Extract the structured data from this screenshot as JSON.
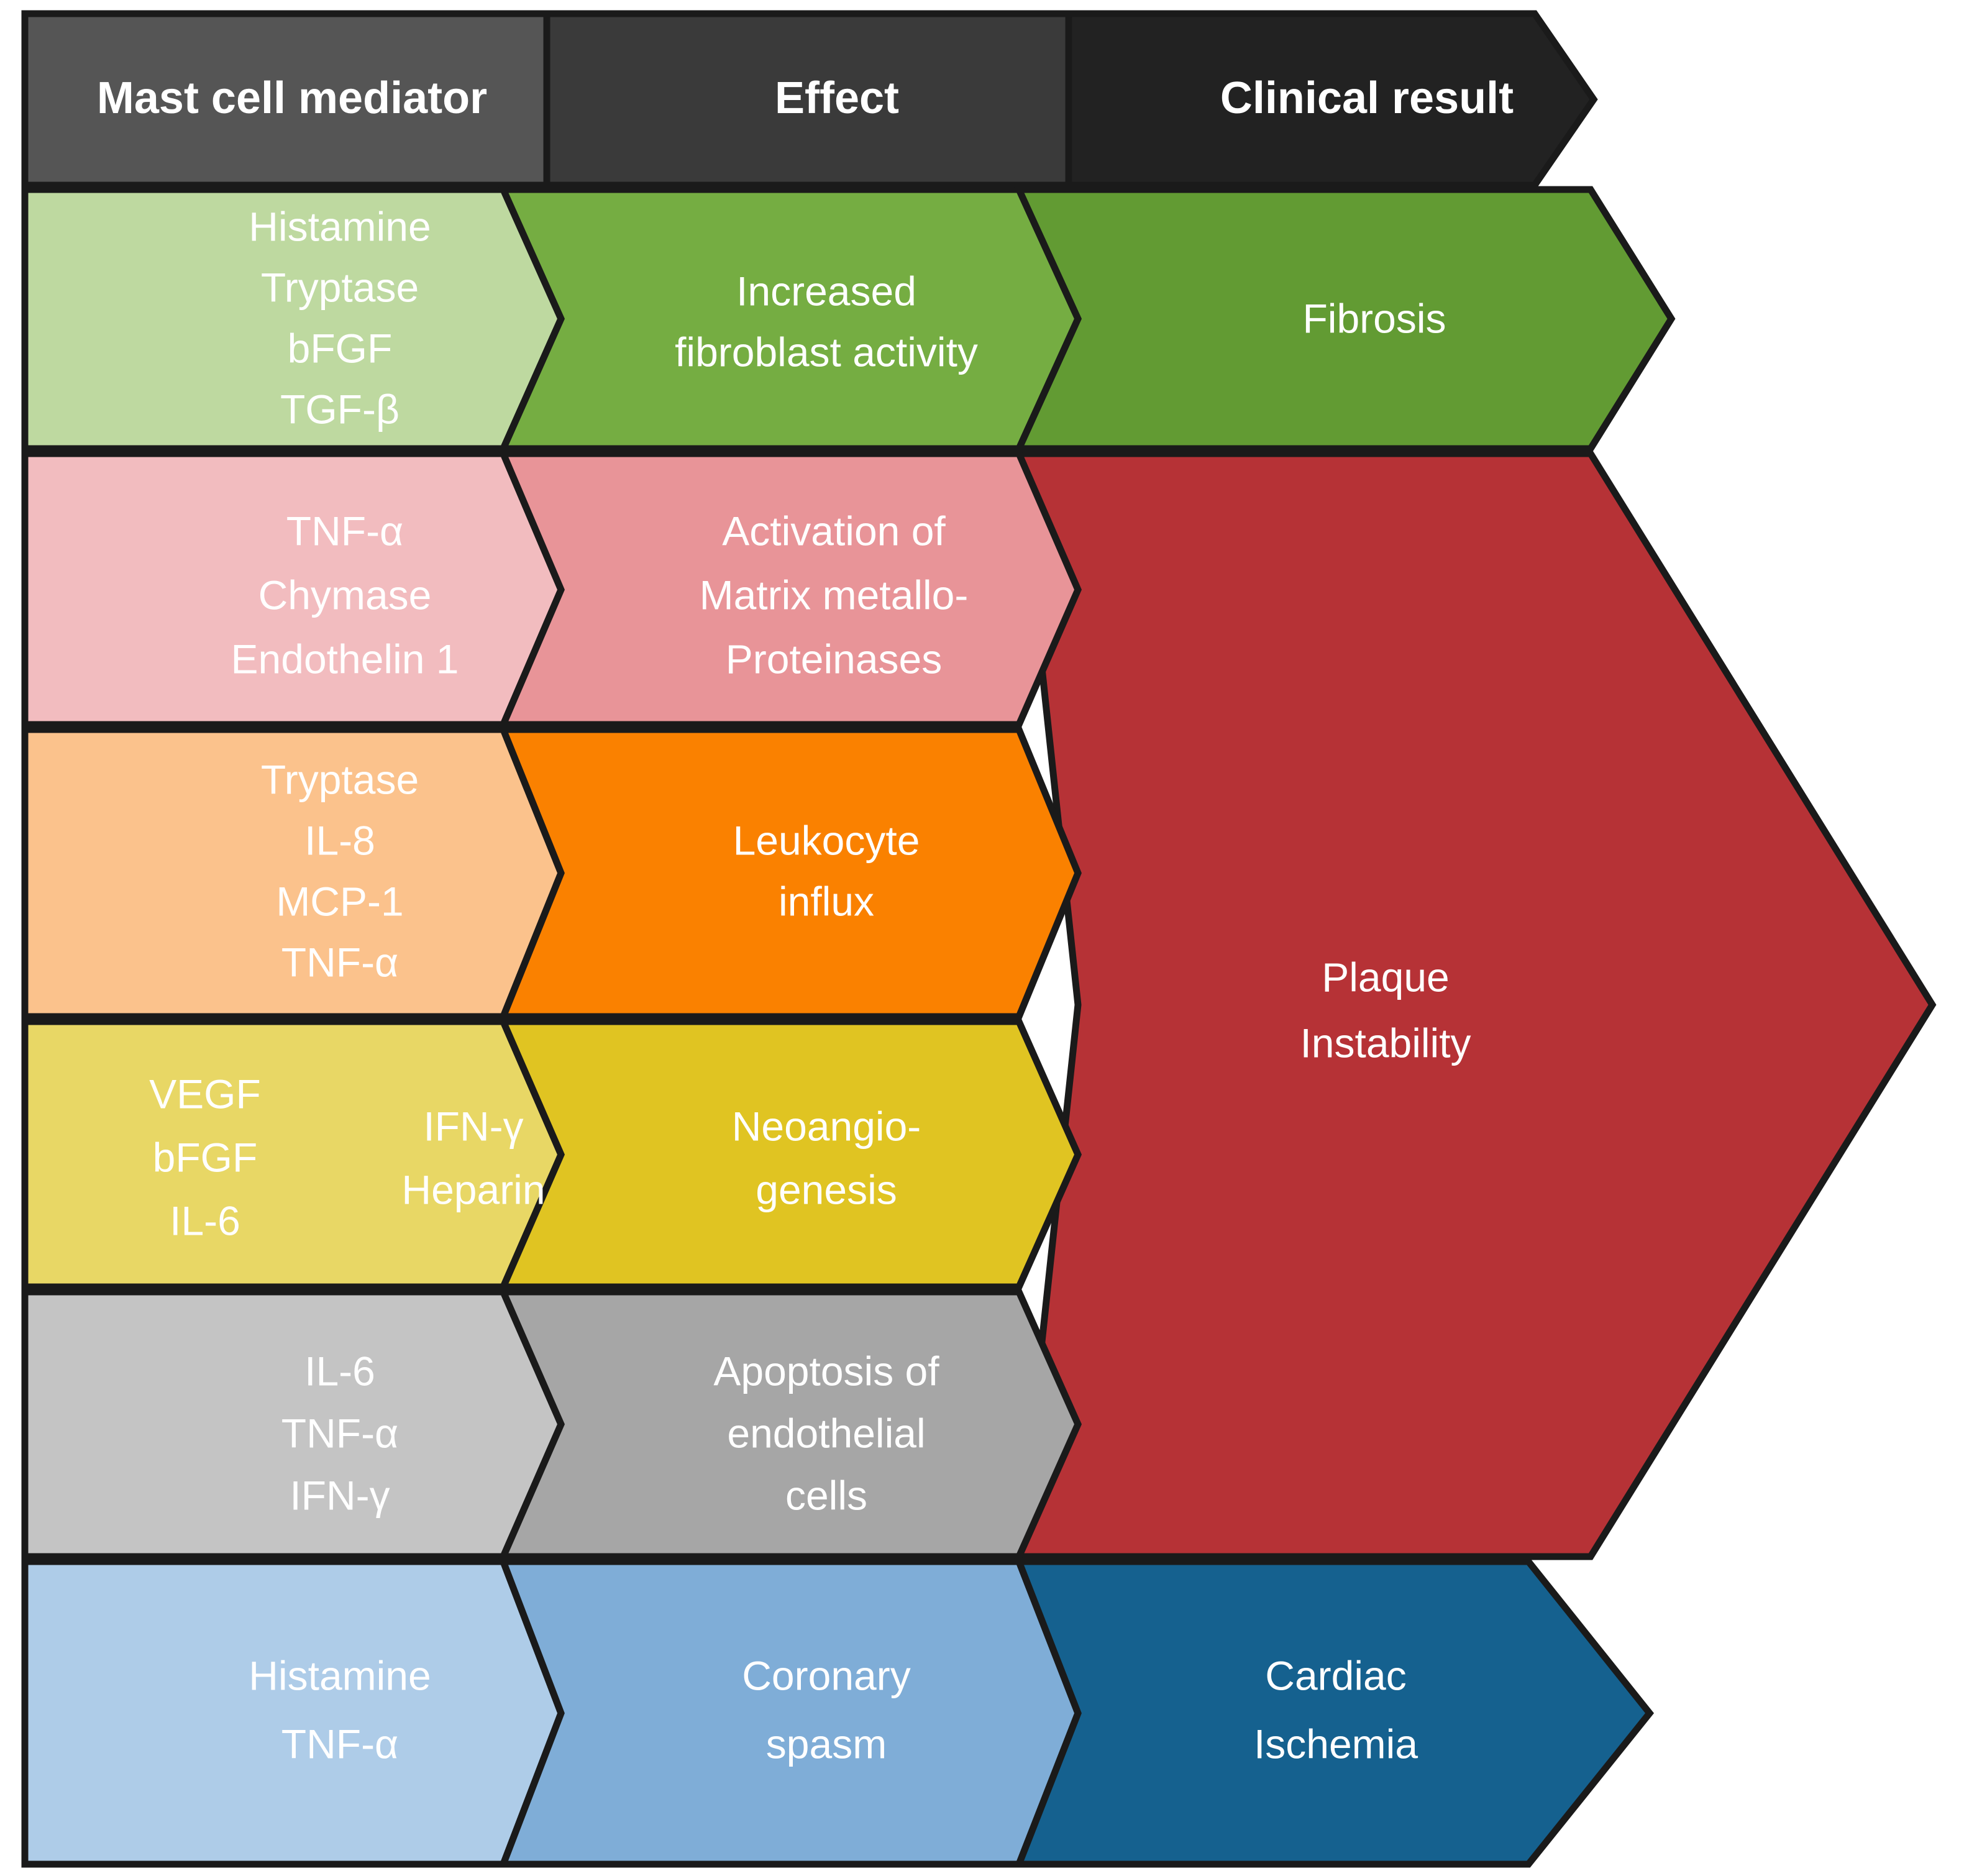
{
  "diagram": {
    "title": "Mast cell mediators, effects and clinical results",
    "columns": [
      {
        "id": "mediator",
        "label": "Mast cell mediator",
        "header_color": "#555555"
      },
      {
        "id": "effect",
        "label": "Effect",
        "header_color": "#3a3a3a"
      },
      {
        "id": "result",
        "label": "Clinical result",
        "header_color": "#222222"
      }
    ],
    "rows": [
      {
        "id": "fibrosis-row",
        "mediators": [
          "Histamine",
          "Tryptase",
          "bFGF",
          "TGF-β"
        ],
        "mediators_secondary": [],
        "effect": [
          "Increased",
          "fibroblast activity"
        ],
        "result": [
          "Fibrosis"
        ],
        "colors": {
          "mediator": "#bed9a0",
          "effect": "#75ad42",
          "result": "#629b33"
        }
      },
      {
        "id": "mmp-row",
        "mediators": [
          "TNF-α",
          "Chymase",
          "Endothelin 1"
        ],
        "mediators_secondary": [],
        "effect": [
          "Activation of",
          "Matrix metallo-",
          "Proteinases"
        ],
        "result": [],
        "colors": {
          "mediator": "#f2bcbf",
          "effect": "#e89498",
          "result": "#b63236"
        }
      },
      {
        "id": "leukocyte-row",
        "mediators": [
          "Tryptase",
          "IL-8",
          "MCP-1",
          "TNF-α"
        ],
        "mediators_secondary": [],
        "effect": [
          "Leukocyte",
          "influx"
        ],
        "result": [],
        "colors": {
          "mediator": "#fbc28c",
          "effect": "#fa8100",
          "result": "#b63236"
        }
      },
      {
        "id": "neoangiogenesis-row",
        "mediators": [
          "VEGF",
          "bFGF",
          "IL-6"
        ],
        "mediators_secondary": [
          "IFN-γ",
          "Heparin"
        ],
        "effect": [
          "Neoangio-",
          "genesis"
        ],
        "result": [],
        "colors": {
          "mediator": "#e8d765",
          "effect": "#e0c422",
          "result": "#b63236"
        }
      },
      {
        "id": "apoptosis-row",
        "mediators": [
          "IL-6",
          "TNF-α",
          "IFN-γ"
        ],
        "mediators_secondary": [],
        "effect": [
          "Apoptosis of",
          "endothelial",
          "cells"
        ],
        "result": [],
        "colors": {
          "mediator": "#c4c4c4",
          "effect": "#a6a6a6",
          "result": "#b63236"
        }
      },
      {
        "id": "ischemia-row",
        "mediators": [
          "Histamine",
          "TNF-α"
        ],
        "mediators_secondary": [],
        "effect": [
          "Coronary",
          "spasm"
        ],
        "result": [
          "Cardiac",
          "Ischemia"
        ],
        "colors": {
          "mediator": "#aecce8",
          "effect": "#7fadd7",
          "result": "#15618f"
        }
      }
    ],
    "merged_result": {
      "id": "plaque-instability",
      "lines": [
        "Plaque",
        "Instability"
      ],
      "color": "#b63236",
      "spans_rows": [
        "mmp-row",
        "leukocyte-row",
        "neoangiogenesis-row",
        "apoptosis-row"
      ]
    },
    "palette": {
      "outline": "#1a1a1a",
      "text": "#ffffff",
      "background": "#ffffff"
    }
  }
}
